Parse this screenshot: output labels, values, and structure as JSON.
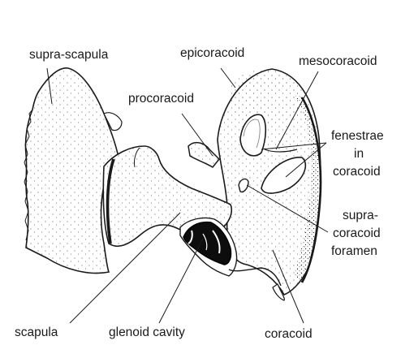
{
  "labels": {
    "supra_scapula": "supra-scapula",
    "epicoracoid": "epicoracoid",
    "mesocoracoid": "mesocoracoid",
    "procoracoid": "procoracoid",
    "fenestrae": [
      "fenestrae",
      "in",
      "coracoid"
    ],
    "supracoracoid_foramen": [
      "supra-",
      "coracoid",
      "foramen"
    ],
    "scapula": "scapula",
    "glenoid_cavity": "glenoid cavity",
    "coracoid": "coracoid"
  },
  "colors": {
    "ink": "#1a1a1a",
    "bone": "#ffffff",
    "dark_cavity": "#0d0d0d"
  }
}
